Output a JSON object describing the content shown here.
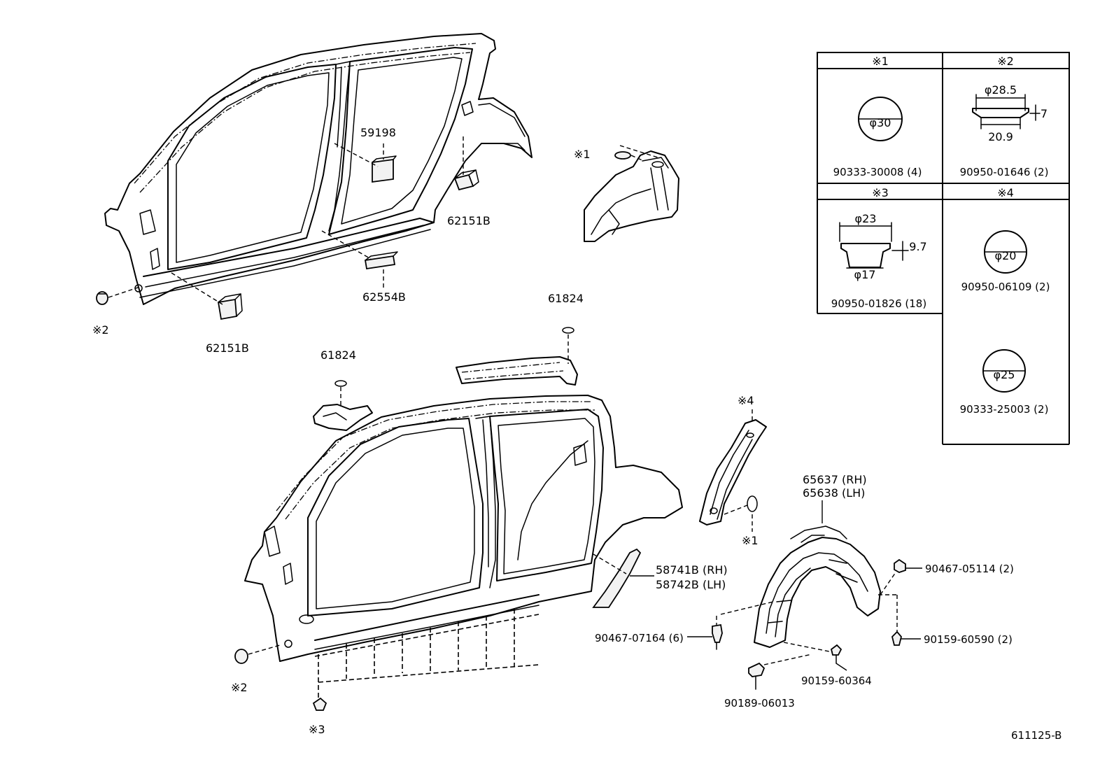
{
  "callouts": {
    "c59198": "59198",
    "c62151b_a": "62151B",
    "c62151b_b": "62151B",
    "c62554b": "62554B",
    "c61824_a": "61824",
    "c61824_b": "61824",
    "c65637": "65637 (RH)",
    "c65638": "65638 (LH)",
    "c58741b": "58741B (RH)",
    "c58742b": "58742B (LH)",
    "c90467_05114": "90467-05114 (2)",
    "c90159_60590": "90159-60590 (2)",
    "c90467_07164": "90467-07164 (6)",
    "c90159_60364": "90159-60364",
    "c90189_06013": "90189-06013",
    "ref_code": "611125-B"
  },
  "markers": {
    "m1_a": "※1",
    "m1_b": "※1",
    "m2_a": "※2",
    "m2_b": "※2",
    "m3": "※3",
    "m4": "※4"
  },
  "legend_table": {
    "cells": [
      {
        "header": "※1",
        "dims": [
          "φ30"
        ],
        "part": "90333-30008 (4)"
      },
      {
        "header": "※2",
        "dims": [
          "φ28.5",
          "7",
          "20.9"
        ],
        "part": "90950-01646 (2)"
      },
      {
        "header": "※3",
        "dims": [
          "φ23",
          "9.7",
          "φ17"
        ],
        "part": "90950-01826 (18)"
      },
      {
        "header": "※4",
        "dims": [
          "φ20"
        ],
        "part": "90950-06109 (2)"
      },
      {
        "header": "",
        "dims": [
          "φ25"
        ],
        "part": "90333-25003 (2)"
      }
    ]
  }
}
